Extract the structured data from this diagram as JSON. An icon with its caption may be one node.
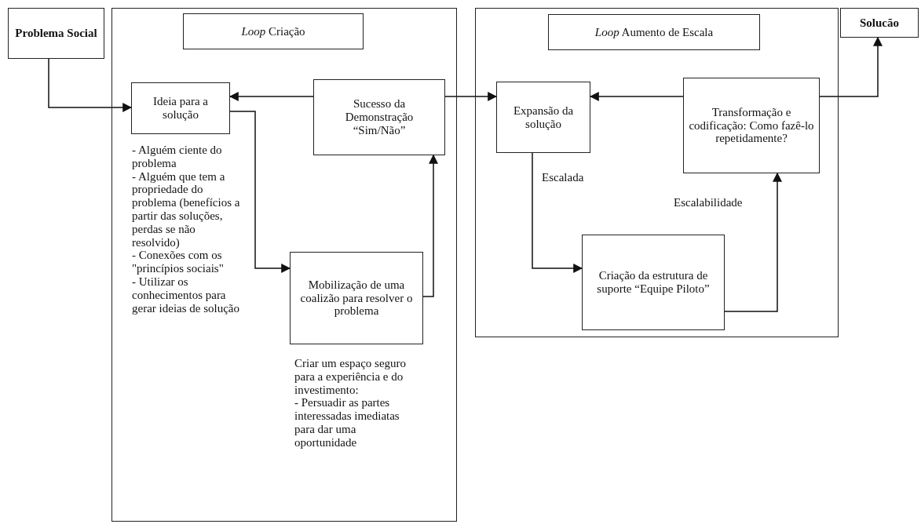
{
  "diagram": {
    "nodes": [
      {
        "text": [
          "Problema Social"
        ]
      },
      {
        "text": [],
        "shape": "box"
      },
      {
        "text": [
          "*Loop* Criação"
        ],
        "in": 1
      },
      {
        "text": [
          "Ideia para a solução"
        ],
        "in": 1,
        "beside": [
          "- Alguém ciente do problema",
          "- Alguém que tem a propriedade do problema (benefícios a partir das soluções, perdas se não resolvido)",
          "- Conexões com os \"princípios sociais\"",
          "- Utilizar os conhecimentos para gerar ideias de solução"
        ]
      },
      {
        "text": [
          "Sucesso da Demonstração “Sim/Não”"
        ],
        "in": 1
      },
      {
        "text": [
          "Mobilização de uma coalizão para resolver o problema"
        ],
        "in": 1,
        "beside": [
          "Criar um espaço seguro para a experiência e do investimento:",
          "- Persuadir as partes interessadas imediatas para dar uma oportunidade"
        ]
      },
      {
        "text": [],
        "shape": "box"
      },
      {
        "text": [
          "*Loop* Aumento de Escala"
        ],
        "in": 6
      },
      {
        "text": [
          "Expansão da solução"
        ],
        "in": 6
      },
      {
        "text": [
          "Transformação e codificação: Como fazê-lo repetidamente?"
        ],
        "in": 6
      },
      {
        "text": [
          "Criação da estrutura de suporte “Equipe Piloto”"
        ],
        "in": 6
      },
      {
        "text": [
          "Solucão"
        ]
      }
    ],
    "edges": [
      {
        "from": 0,
        "to": 3,
        "arrow": "to"
      },
      {
        "from": 4,
        "to": 3,
        "arrow": "to"
      },
      {
        "from": 3,
        "to": 5,
        "arrow": "to"
      },
      {
        "from": 5,
        "to": 4,
        "arrow": "to"
      },
      {
        "from": 4,
        "to": 8,
        "arrow": "to"
      },
      {
        "from": 9,
        "to": 8,
        "arrow": "to"
      },
      {
        "from": 8,
        "to": 10,
        "arrow": "to",
        "label": "Escalada"
      },
      {
        "from": 10,
        "to": 9,
        "arrow": "to",
        "label": "Escalabilidade"
      },
      {
        "from": 9,
        "to": 11,
        "arrow": "to"
      }
    ]
  }
}
